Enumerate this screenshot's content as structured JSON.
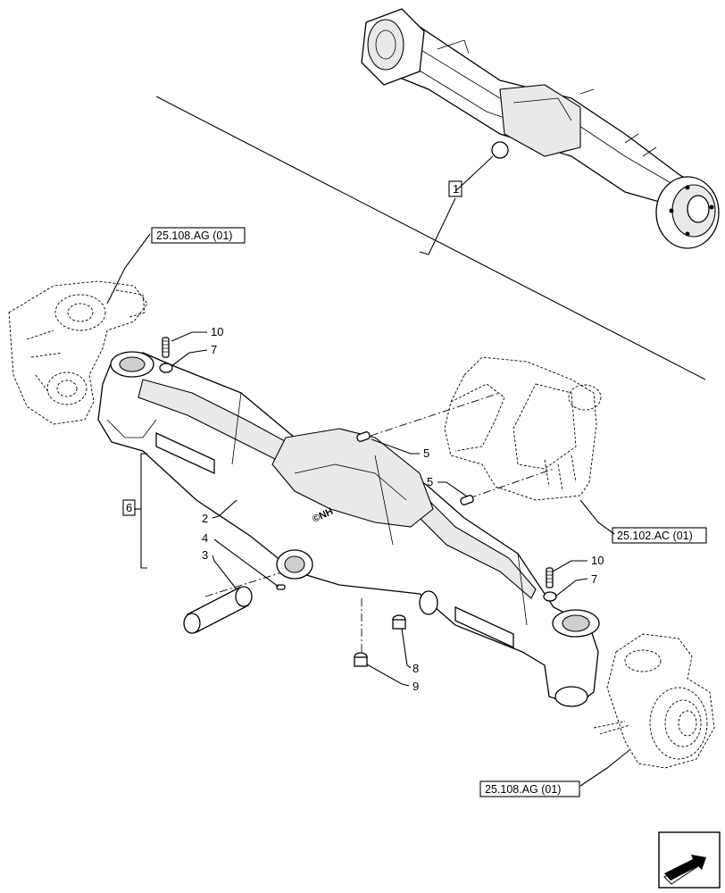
{
  "reference_labels": {
    "ref_top_left": "25.108.AG (01)",
    "ref_right_mid": "25.102.AC (01)",
    "ref_bottom_right": "25.108.AG (01)"
  },
  "callouts": {
    "c1": "1",
    "c2": "2",
    "c3": "3",
    "c4": "4",
    "c5a": "5",
    "c5b": "5",
    "c6": "6",
    "c7a": "7",
    "c7b": "7",
    "c8": "8",
    "c9": "9",
    "c10a": "10",
    "c10b": "10"
  },
  "axle_marking": "©NH",
  "nav_icon": "next-page-arrow-icon"
}
